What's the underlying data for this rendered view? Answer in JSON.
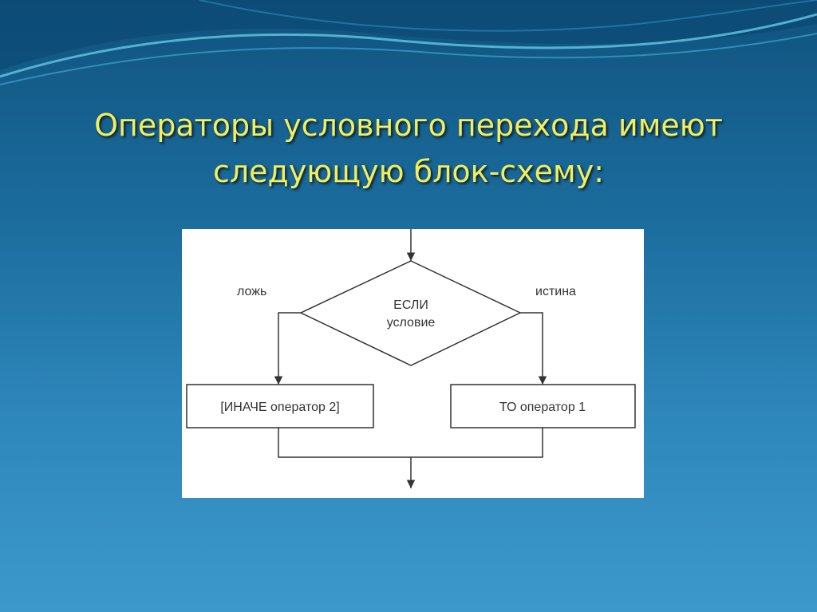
{
  "slide": {
    "title_line1": "Операторы условного перехода имеют",
    "title_line2": "следующую блок-схему:"
  },
  "flowchart": {
    "condition_line1": "ЕСЛИ",
    "condition_line2": "условие",
    "false_label": "ложь",
    "true_label": "истина",
    "else_box": "[ИНАЧЕ оператор 2]",
    "then_box": "ТО оператор 1"
  },
  "colors": {
    "title": "#f2ee5c",
    "diagram_lines": "#333333",
    "panel_background": "#ffffff"
  }
}
